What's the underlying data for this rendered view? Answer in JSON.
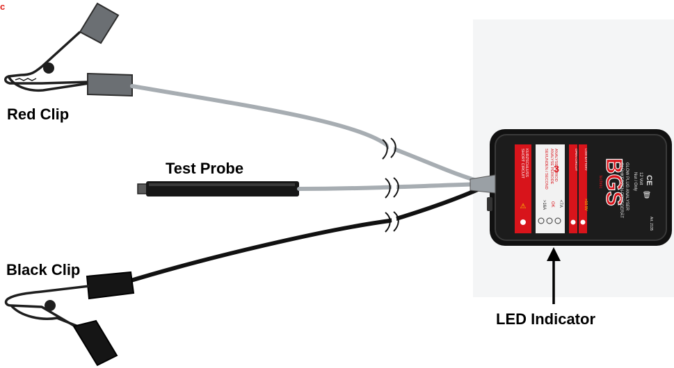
{
  "labels": {
    "corner_mark": "c",
    "red_clip": "Red Clip",
    "test_probe": "Test Probe",
    "black_clip": "Black Clip",
    "led_indicator": "LED Indicator"
  },
  "device": {
    "brand": "BGS",
    "brand_sub": "technic",
    "title_de": "GLÜHKERZEN-PRÜFGERÄT",
    "title_en": "GLOW PLUG ANALYSER",
    "voltage_note": "Nur / Only",
    "voltage": "12 Volt",
    "art": "Art. 2135",
    "led_rows": [
      ">16A",
      "OK",
      "<7A"
    ],
    "seconds": "3",
    "seconds_label": "SEKUNDEN / SECOND",
    "analyse_label": "ANALYSE PERIODE",
    "analyse_label2": "ANALYSE PERIOD",
    "battery_label": ">10.5V",
    "kurzschluss": "KURZSCHLUSS",
    "short_circuit": "SHORT CIRCUIT",
    "unterbrochen": "UNTERBROCHENE LEITUNG",
    "open_circuit": "OPEN CIRCUIT",
    "batterie_niedrig": "BATTERIE ZU SCHWACH",
    "low_battery": "LOW BATTERY",
    "ce": "CE"
  },
  "colors": {
    "red_cable": "#a7adb2",
    "black_cable": "#111111",
    "device_body": "#1c1c1c",
    "accent_red": "#d8141b"
  }
}
